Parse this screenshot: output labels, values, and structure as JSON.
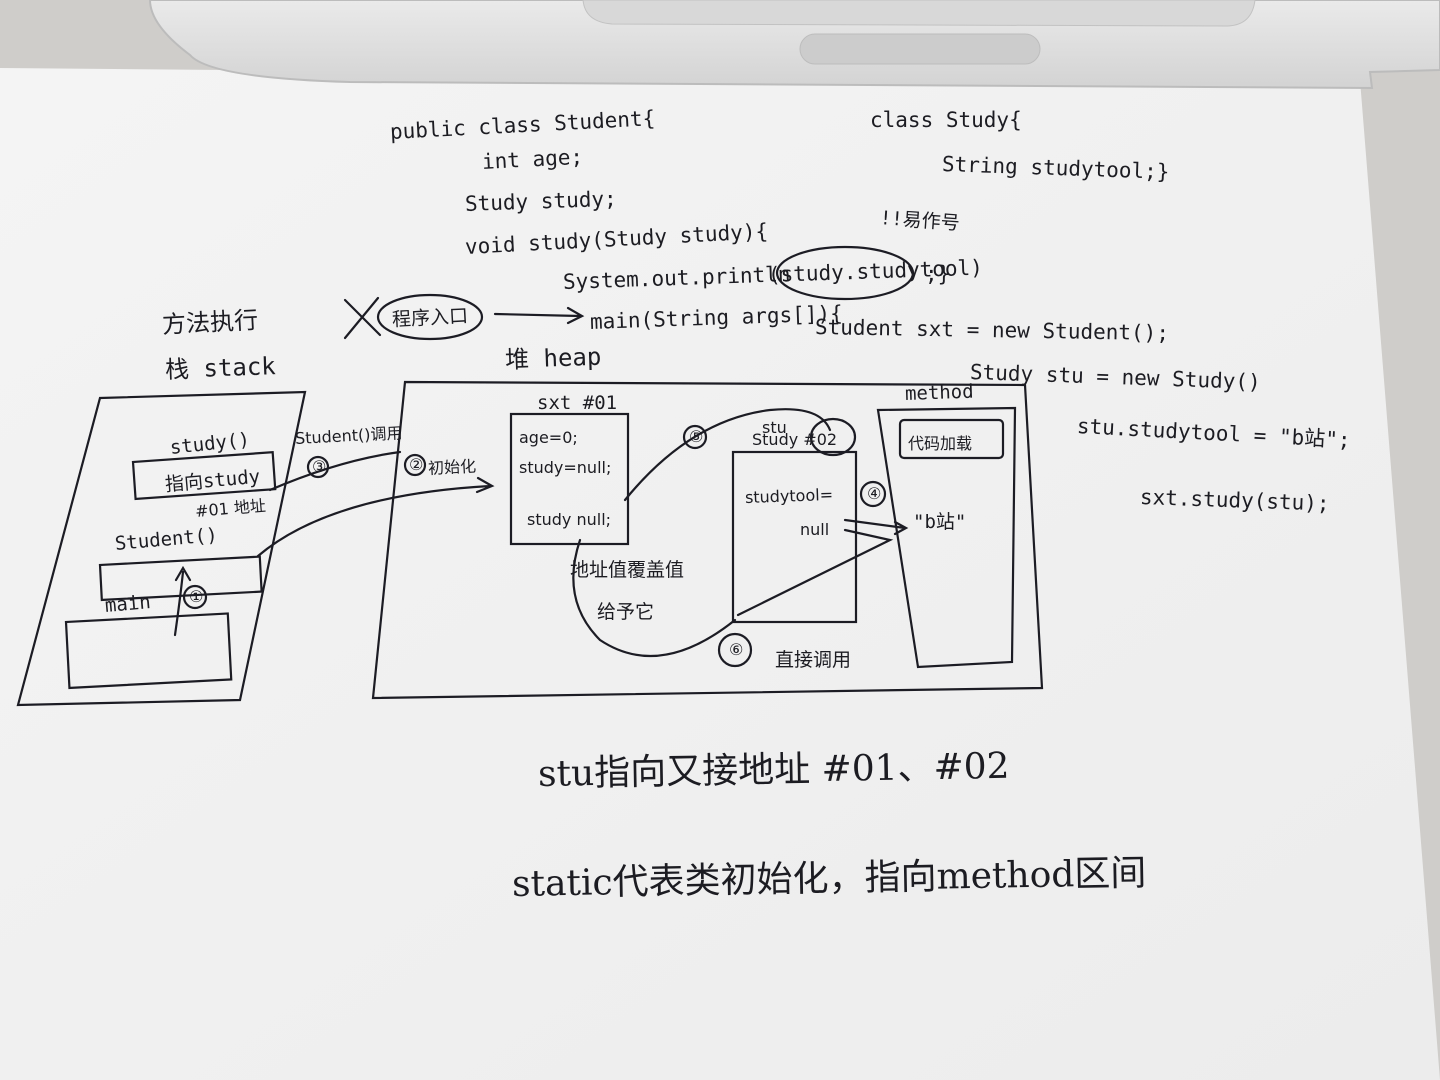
{
  "code_student": {
    "l1": "public class Student{",
    "l2": "int age;",
    "l3": "Study study;",
    "l4": "void study(Study study){",
    "l5": "System.out.println",
    "l5b": "(study.studytool)",
    "l5c": ";}",
    "l6a": "程序入口",
    "l6b": "main(String args[]){",
    "l6c": "Student sxt = new Student();"
  },
  "code_study": {
    "l1": "class Study{",
    "l2": "String studytool;}",
    "note": "!!易作号"
  },
  "code_main": {
    "l1": "Study stu = new Study()",
    "l2": "stu.studytool = \"b站\";",
    "l3": "sxt.study(stu);"
  },
  "stack": {
    "header1": "方法执行",
    "header2": "栈 stack",
    "frame_study": "study()",
    "frame_study_note": "指向study",
    "frame_study_note2": "#01 地址",
    "frame_student": "Student()",
    "frame_main": "main",
    "arrow_label": "Student()调用"
  },
  "heap": {
    "title": "堆 heap",
    "obj1_title": "sxt #01",
    "obj1_f1": "age=0;",
    "obj1_f2": "study=null;",
    "obj1_f3": "study null;",
    "init_label": "初始化",
    "obj2_title": "stu",
    "obj2_title2": "Study #02",
    "obj2_f1": "studytool=",
    "obj2_f2": "null",
    "assign1": "地址值覆盖值",
    "assign2": "给予它",
    "direct": "直接调用",
    "method_title": "method",
    "method_box": "代码加载",
    "literal": "\"b站\""
  },
  "markers": [
    "①",
    "②",
    "③",
    "④",
    "⑤",
    "⑥"
  ],
  "conclusion": {
    "line1": "stu指向又接地址 #01、#02",
    "line2": "static代表类初始化，指向method区间"
  }
}
